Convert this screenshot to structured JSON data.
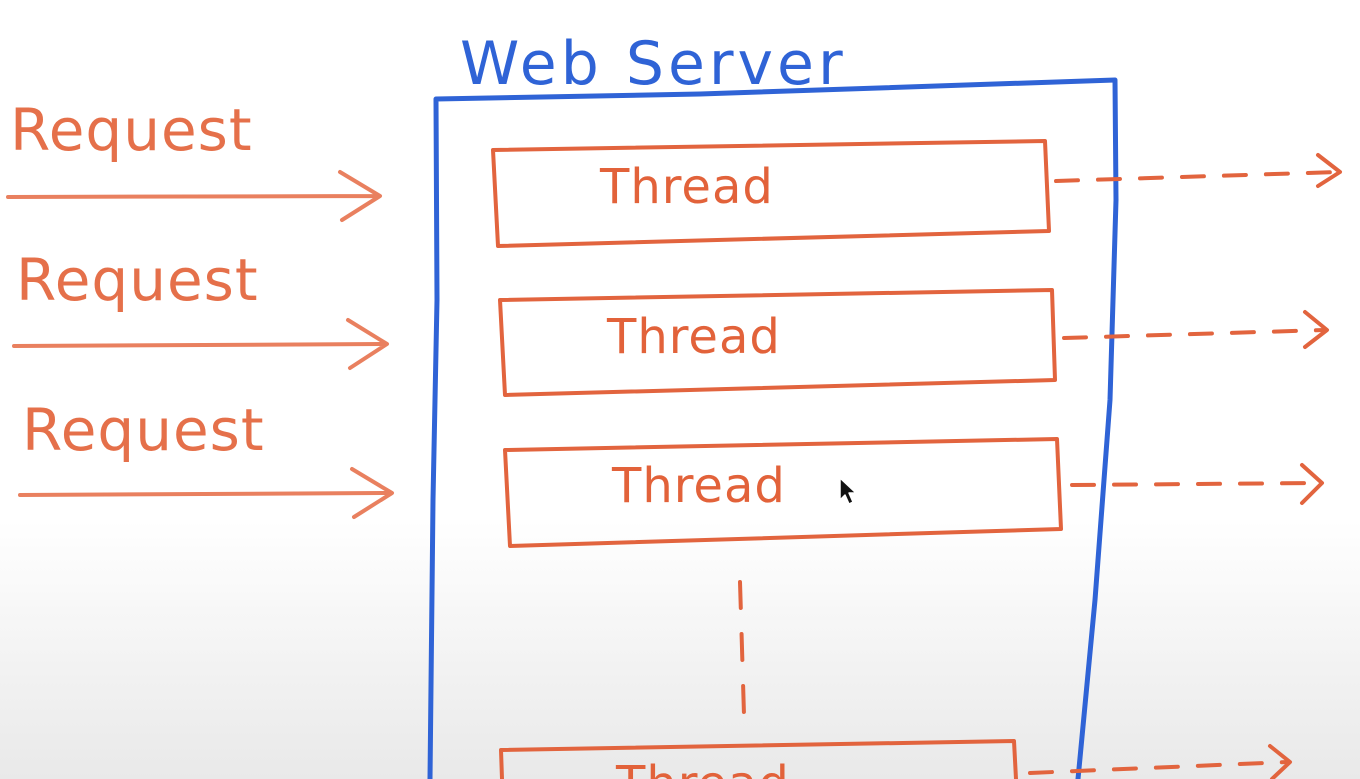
{
  "diagram": {
    "title": "Web Server",
    "requests": [
      {
        "label": "Request"
      },
      {
        "label": "Request"
      },
      {
        "label": "Request"
      }
    ],
    "threads": [
      {
        "label": "Thread"
      },
      {
        "label": "Thread"
      },
      {
        "label": "Thread"
      },
      {
        "label": "Thread"
      }
    ]
  },
  "colors": {
    "server_outline": "#2f63d6",
    "thread_outline": "#e2643e",
    "request_arrow": "#e9805f"
  }
}
